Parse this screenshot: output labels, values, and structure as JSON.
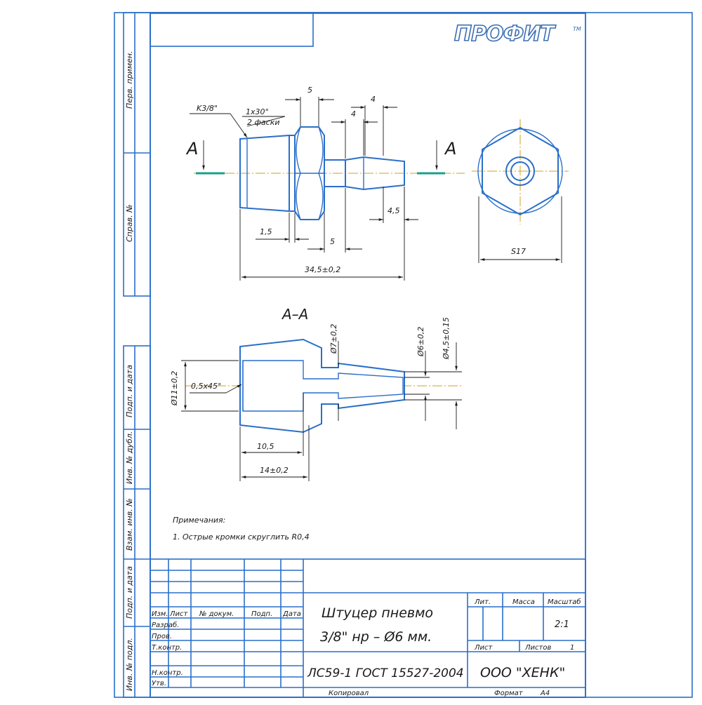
{
  "logo": "ПРОФИТ",
  "logo_tm": "TM",
  "colors": {
    "outline": "#2a6fc9",
    "centerline": "#d6a21f",
    "section_line": "#1aa08a",
    "text": "#1a1a1a"
  },
  "side_stamps": [
    "Перв. примен.",
    "Справ. №",
    "Подп. и дата",
    "Инв. № дубл.",
    "Взам. инв. №",
    "Подп. и дата",
    "Инв. № подл."
  ],
  "section_mark": "A",
  "section_title": "A–A",
  "dims_top": {
    "thread": "K3/8\"",
    "chamfer": "1x30°",
    "chamfer_count": "2 фаски",
    "d5_top": "5",
    "d4a": "4",
    "d4b": "4",
    "d45": "4,5",
    "d15": "1,5",
    "d5_bot": "5",
    "total": "34,5±0,2",
    "s17": "S17"
  },
  "dims_section": {
    "d11": "Ø11±0,2",
    "chamfer2": "0,5x45°",
    "d7": "Ø7±0,2",
    "d6": "Ø6±0,2",
    "d45": "Ø4,5±0,15",
    "l105": "10,5",
    "l14": "14±0,2"
  },
  "notes": {
    "title": "Примечания:",
    "items": [
      "1. Острые кромки скруглить R0,4"
    ]
  },
  "title_block": {
    "headers": [
      "Изм.",
      "Лист",
      "№ докум.",
      "Подп.",
      "Дата"
    ],
    "rows": [
      "Разраб.",
      "Пров.",
      "Т.контр.",
      "Н.контр.",
      "Утв."
    ],
    "name_line1": "Штуцер пневмо",
    "name_line2": "3/8\" нр – Ø6 мм.",
    "lit": "Лит.",
    "mass": "Масса",
    "scale_label": "Масштаб",
    "scale": "2:1",
    "sheet": "Лист",
    "sheets": "Листов",
    "sheets_count": "1",
    "material": "ЛС59-1 ГОСТ 15527-2004",
    "company": "ООО \"ХЕНК\"",
    "copied": "Копировал",
    "format_label": "Формат",
    "format": "A4"
  }
}
